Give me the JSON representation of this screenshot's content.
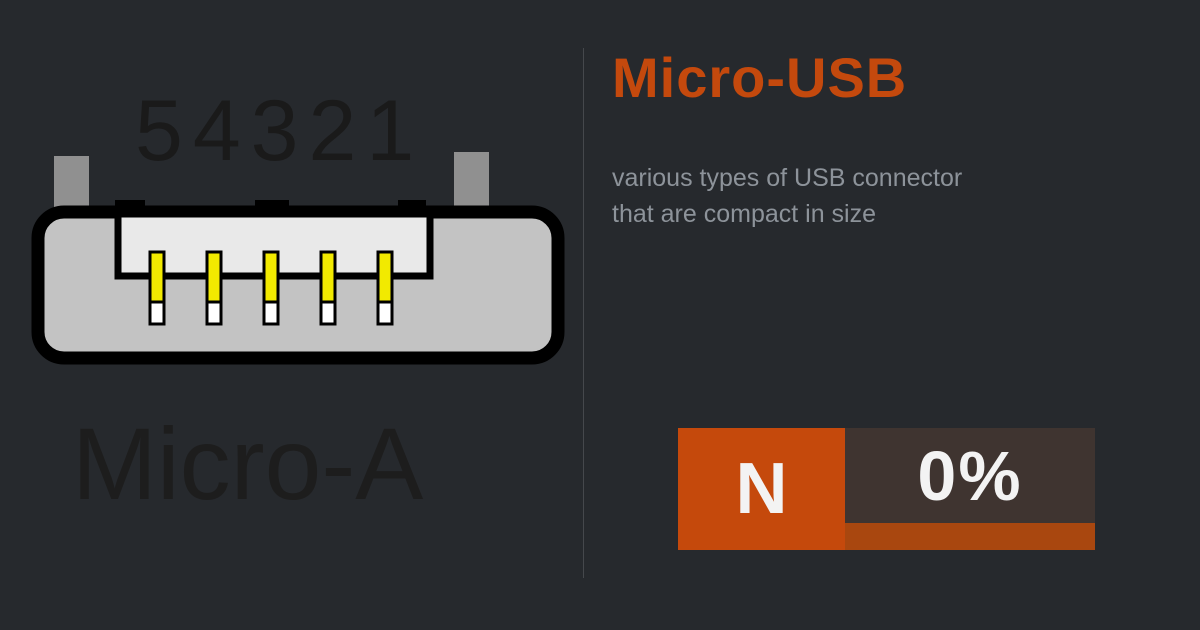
{
  "theme": {
    "background": "#26292d",
    "accent_orange": "#c4490d",
    "badge_dark": "#3f3430",
    "badge_bar_orange": "#a9470f",
    "dark_text": "#1c1c1c",
    "muted_text": "#8d939a",
    "divider": "#45484c",
    "connector_body_gray": "#c3c3c3",
    "connector_recess_gray": "#e9e9e9",
    "connector_latch_gray": "#909090",
    "pin_yellow": "#f2ea00",
    "pin_tip_white": "#ffffff"
  },
  "left": {
    "pin_numbers": "54321",
    "connector_label": "Micro-A"
  },
  "right": {
    "title": "Micro-USB",
    "description_line1": "various types of USB connector",
    "description_line2": "that are compact in size",
    "badge": {
      "letter": "N",
      "percent": "0%"
    }
  }
}
